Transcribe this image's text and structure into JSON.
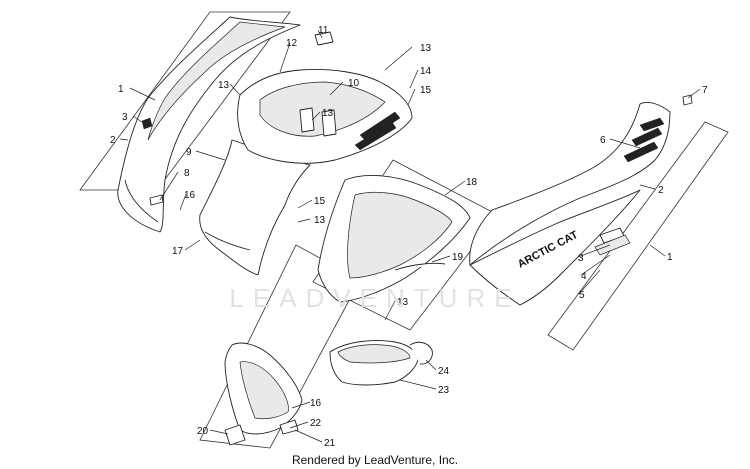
{
  "watermark": "LEADVENTURE",
  "footer": "Rendered by LeadVenture, Inc.",
  "decal_text": "ARCTIC CAT",
  "callouts": [
    {
      "id": "c1a",
      "label": "1"
    },
    {
      "id": "c3a",
      "label": "3"
    },
    {
      "id": "c2a",
      "label": "2"
    },
    {
      "id": "c8",
      "label": "8"
    },
    {
      "id": "c16a",
      "label": "16"
    },
    {
      "id": "c9",
      "label": "9"
    },
    {
      "id": "c17",
      "label": "17"
    },
    {
      "id": "c12",
      "label": "12"
    },
    {
      "id": "c11",
      "label": "11"
    },
    {
      "id": "c13a",
      "label": "13"
    },
    {
      "id": "c13b",
      "label": "13"
    },
    {
      "id": "c14",
      "label": "14"
    },
    {
      "id": "c10",
      "label": "10"
    },
    {
      "id": "c15a",
      "label": "15"
    },
    {
      "id": "c13c",
      "label": "13"
    },
    {
      "id": "c15b",
      "label": "15"
    },
    {
      "id": "c13d",
      "label": "13"
    },
    {
      "id": "c18",
      "label": "18"
    },
    {
      "id": "c19",
      "label": "19"
    },
    {
      "id": "c13e",
      "label": "13"
    },
    {
      "id": "c7",
      "label": "7"
    },
    {
      "id": "c6",
      "label": "6"
    },
    {
      "id": "c2b",
      "label": "2"
    },
    {
      "id": "c1b",
      "label": "1"
    },
    {
      "id": "c3b",
      "label": "3"
    },
    {
      "id": "c4",
      "label": "4"
    },
    {
      "id": "c5",
      "label": "5"
    },
    {
      "id": "c24",
      "label": "24"
    },
    {
      "id": "c23",
      "label": "23"
    },
    {
      "id": "c16b",
      "label": "16"
    },
    {
      "id": "c22",
      "label": "22"
    },
    {
      "id": "c20",
      "label": "20"
    },
    {
      "id": "c21",
      "label": "21"
    }
  ]
}
